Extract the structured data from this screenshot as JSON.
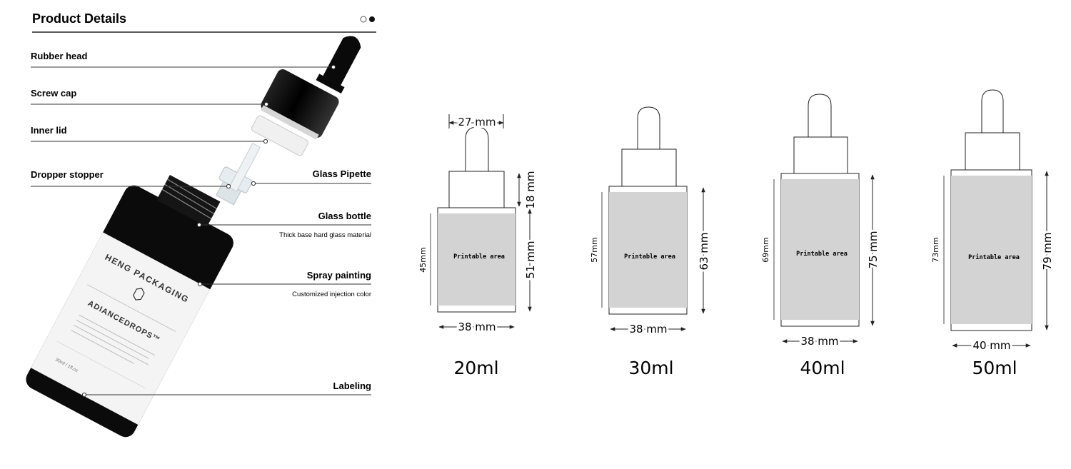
{
  "header": {
    "title": "Product Details",
    "pager": {
      "count": 2,
      "active": 2
    }
  },
  "exploded_view": {
    "left_labels": [
      {
        "id": "rubber-head",
        "label": "Rubber head"
      },
      {
        "id": "screw-cap",
        "label": "Screw cap"
      },
      {
        "id": "inner-lid",
        "label": "Inner lid"
      },
      {
        "id": "dropper-stopper",
        "label": "Dropper stopper"
      }
    ],
    "right_labels": [
      {
        "id": "glass-pipette",
        "label": "Glass Pipette",
        "sub": ""
      },
      {
        "id": "glass-bottle",
        "label": "Glass bottle",
        "sub": "Thick base hard glass material"
      },
      {
        "id": "spray-painting",
        "label": "Spray painting",
        "sub": "Customized injection color"
      },
      {
        "id": "labeling",
        "label": "Labeling",
        "sub": ""
      }
    ],
    "bottle_print": {
      "brand": "HENG PACKAGING",
      "product": "ADIANCEDROPS™",
      "volume_text": "30ml / 1fl.oz"
    }
  },
  "bottles": [
    {
      "volume": "20ml",
      "width": "38 mm",
      "body_height": "51 mm",
      "print_height": "45mm",
      "cap_height": "18 mm",
      "cap_width": "27 mm",
      "printable": "Printable area"
    },
    {
      "volume": "30ml",
      "width": "38 mm",
      "body_height": "63 mm",
      "print_height": "57mm",
      "printable": "Printable area"
    },
    {
      "volume": "40ml",
      "width": "38 mm",
      "body_height": "75 mm",
      "print_height": "69mm",
      "printable": "Printable area"
    },
    {
      "volume": "50ml",
      "width": "40 mm",
      "body_height": "79 mm",
      "print_height": "73mm",
      "printable": "Printable area"
    }
  ],
  "colors": {
    "bottle": "#0b0b0b",
    "printable_fill": "#d3d3d3",
    "line": "#222222"
  }
}
